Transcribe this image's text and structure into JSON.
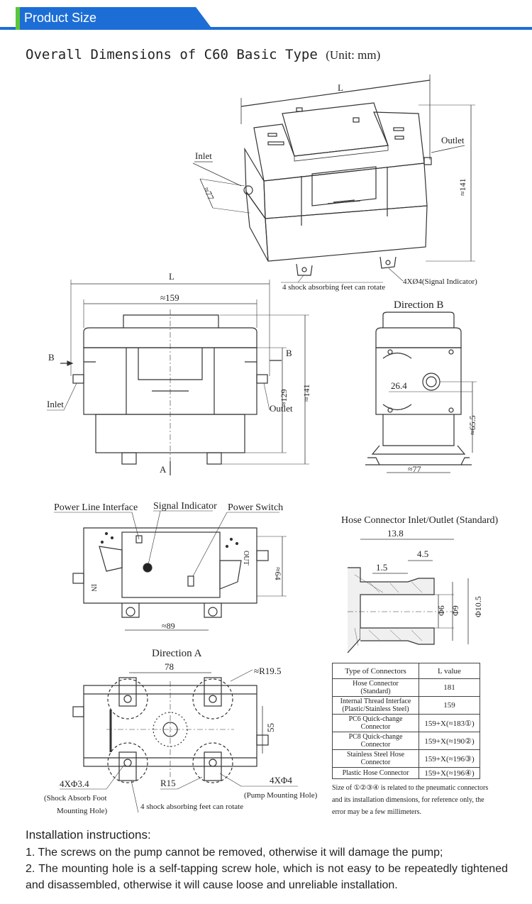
{
  "header": {
    "title": "Product Size",
    "colors": {
      "accent_green": "#5cc63a",
      "bar_blue": "#1c6ed6"
    }
  },
  "main_title": {
    "text": "Overall Dimensions of C60 Basic Type",
    "unit": "(Unit: mm)"
  },
  "iso_view": {
    "L": "L",
    "inlet": "Inlet",
    "outlet": "Outlet",
    "dim_77": "≈77",
    "dim_141": "≈141",
    "feet_note": "4 shock absorbing feet can rotate",
    "signal_holes": "4XØ4(Signal Indicator)"
  },
  "front_view": {
    "L": "L",
    "dim_159": "≈159",
    "B_left": "B",
    "B_right": "B",
    "A": "A",
    "inlet": "Inlet",
    "outlet": "Outlet",
    "dim_129": "≈129",
    "dim_141": "≈141"
  },
  "direction_b": {
    "title": "Direction B",
    "dim_26_4": "26.4",
    "dim_65_5": "≈65.5",
    "dim_77": "≈77"
  },
  "top_view": {
    "power_line": "Power Line Interface",
    "signal_indicator": "Signal Indicator",
    "power_switch": "Power Switch",
    "dim_64": "≈64",
    "dim_89": "≈89",
    "in_label": "IN",
    "out_label": "OUT"
  },
  "hose_connector": {
    "title": "Hose Connector Inlet/Outlet (Standard)",
    "dim_13_8": "13.8",
    "dim_4_5": "4.5",
    "dim_1_5": "1.5",
    "dim_6": "Φ6",
    "dim_9": "Φ9",
    "dim_10_5": "Φ10.5"
  },
  "direction_a": {
    "title": "Direction A",
    "dim_78": "78",
    "dim_r19_5": "≈R19.5",
    "dim_55": "55",
    "dim_r15": "R15",
    "holes_34": "4XΦ3.4",
    "shock_foot_1": "(Shock Absorb Foot",
    "shock_foot_2": "Mounting Hole)",
    "feet_note": "4 shock absorbing feet can rotate",
    "holes_4": "4XΦ4",
    "pump_holes": "(Pump Mounting Hole)"
  },
  "table": {
    "headers": [
      "Type of Connectors",
      "L value"
    ],
    "rows": [
      {
        "type": "Hose Connector",
        "type2": "(Standard)",
        "value": "181"
      },
      {
        "type": "Internal Thread Interface",
        "type2": "(Plastic/Stainless Steel)",
        "value": "159"
      },
      {
        "type": "PC6 Quick-change Connector",
        "type2": "",
        "value": "159+X(≈183①)"
      },
      {
        "type": "PC8 Quick-change Connector",
        "type2": "",
        "value": "159+X(≈190②)"
      },
      {
        "type": "Stainless Steel Hose Connector",
        "type2": "",
        "value": "159+X(≈196③)"
      },
      {
        "type": "Plastic Hose Connector",
        "type2": "",
        "value": "159+X(≈196④)"
      }
    ],
    "note": "Size of ①②③④ is related to the pneumatic connectors and its installation dimensions, for reference only, the error may be a few millimeters."
  },
  "installation": {
    "title": "Installation instructions:",
    "items": [
      "1. The screws on the pump cannot be removed, otherwise it will damage the pump;",
      "2. The mounting hole is a self-tapping screw hole, which is not easy to be repeatedly tightened and disassembled, otherwise it will cause loose and unreliable installation."
    ]
  }
}
